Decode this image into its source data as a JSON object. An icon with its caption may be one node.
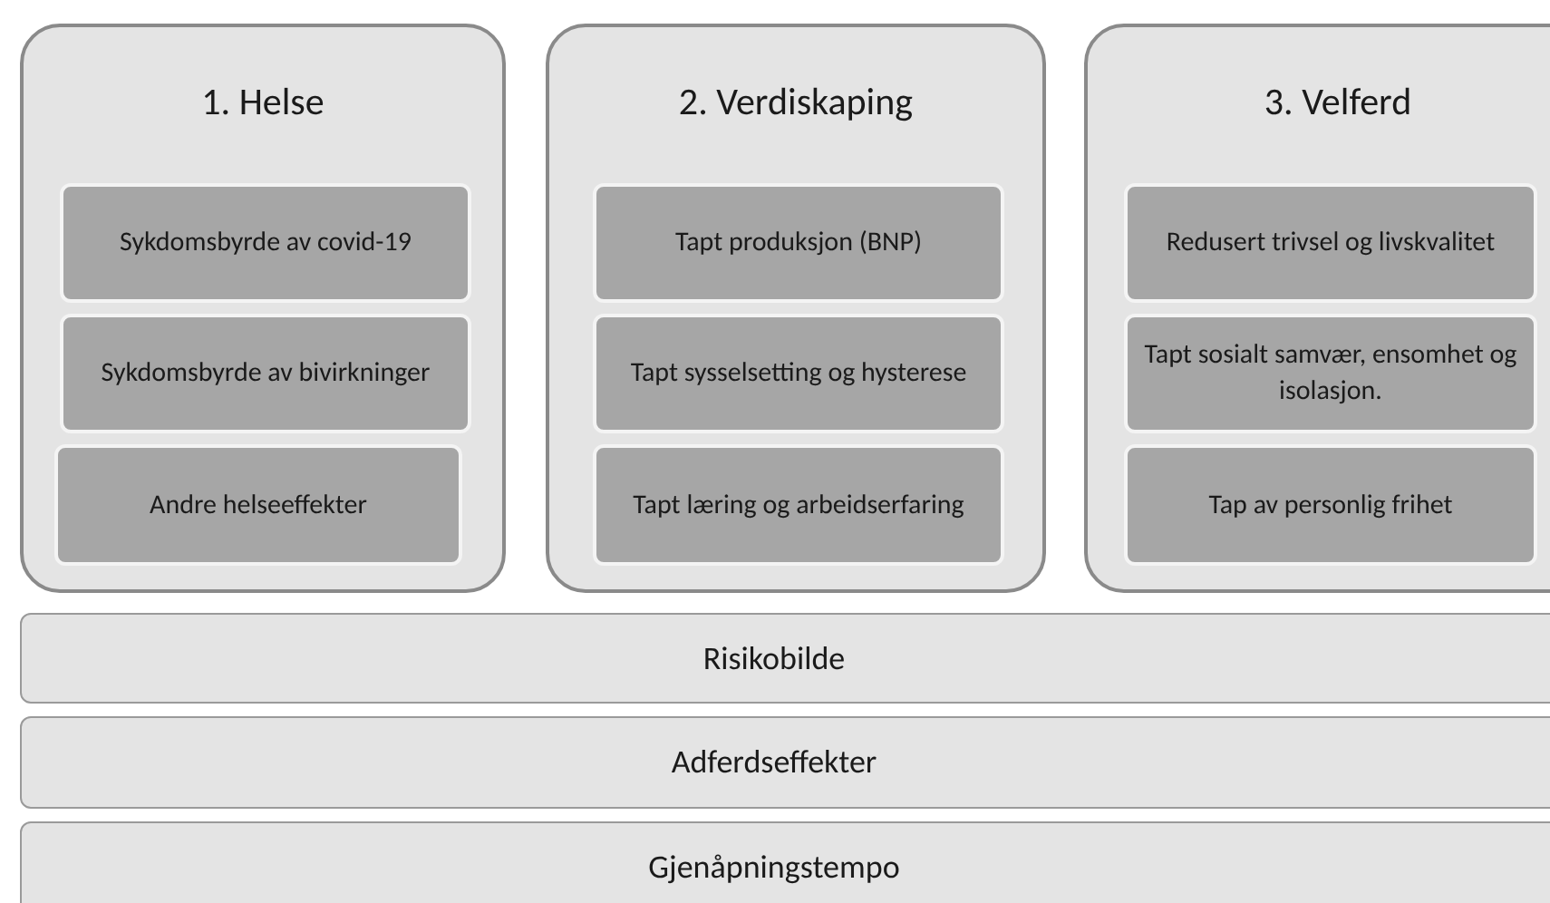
{
  "diagram": {
    "nodes": [
      {
        "text": [
          "1. Helse"
        ]
      },
      {
        "text": [
          "Sykdomsbyrde av covid-19"
        ],
        "in": 0
      },
      {
        "text": [
          "Sykdomsbyrde av bivirkninger"
        ],
        "in": 0
      },
      {
        "text": [
          "Andre helseeffekter"
        ],
        "in": 0
      },
      {
        "text": [
          "2. Verdiskaping"
        ]
      },
      {
        "text": [
          "Tapt produksjon (BNP)"
        ],
        "in": 4
      },
      {
        "text": [
          "Tapt sysselsetting og hysterese"
        ],
        "in": 4
      },
      {
        "text": [
          "Tapt læring og arbeidserfaring"
        ],
        "in": 4
      },
      {
        "text": [
          "3. Velferd"
        ]
      },
      {
        "text": [
          "Redusert trivsel og livskvalitet"
        ],
        "in": 8
      },
      {
        "text": [
          "Tapt sosialt samvær, ensomhet og isolasjon."
        ],
        "in": 8
      },
      {
        "text": [
          "Tap av personlig frihet"
        ],
        "in": 8
      },
      {
        "text": [
          "Risikobilde"
        ]
      },
      {
        "text": [
          "Adferdseffekter"
        ]
      },
      {
        "text": [
          "Gjenåpningstempo"
        ]
      }
    ]
  }
}
